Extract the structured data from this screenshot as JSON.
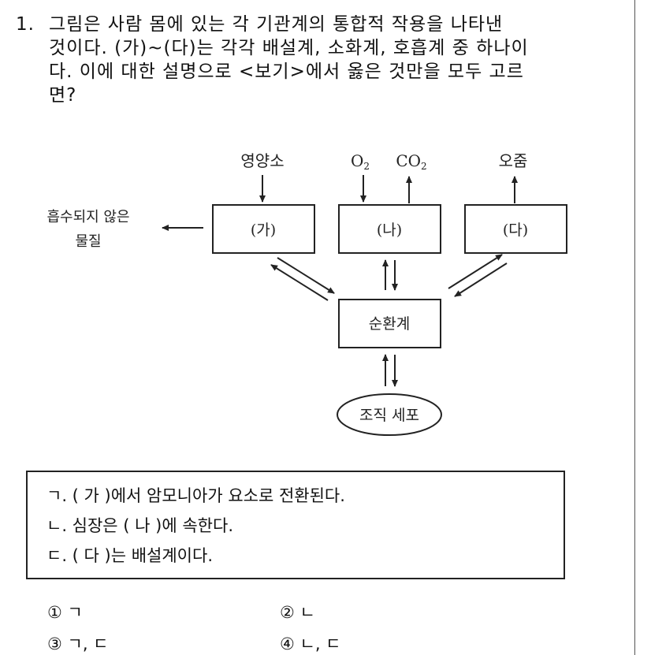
{
  "question": {
    "number": "1.",
    "lines": [
      "그림은 사람 몸에 있는 각 기관계의 통합적 작용을 나타낸",
      "것이다. (가)~(다)는 각각 배설계, 소화계, 호흡계 중 하나이",
      "다. 이에 대한 설명으로 <보기>에서 옳은 것만을 모두 고르",
      "면?"
    ]
  },
  "diagram": {
    "input_nutrient": "영양소",
    "input_o2": "O",
    "input_o2_sub": "2",
    "output_co2": "CO",
    "output_co2_sub": "2",
    "output_urine": "오줌",
    "waste_label_1": "흡수되지 않은",
    "waste_label_2": "물질",
    "box_a": "(가)",
    "box_b": "(나)",
    "box_c": "(다)",
    "circulatory": "순환계",
    "tissue_cell": "조직 세포"
  },
  "bogi": {
    "items": [
      "ㄱ. ( 가 )에서 암모니아가 요소로 전환된다.",
      "ㄴ. 심장은 ( 나 )에 속한다.",
      "ㄷ. ( 다 )는 배설계이다."
    ]
  },
  "choices": [
    "① ㄱ",
    "② ㄴ",
    "③ ㄱ, ㄷ",
    "④ ㄴ, ㄷ"
  ]
}
